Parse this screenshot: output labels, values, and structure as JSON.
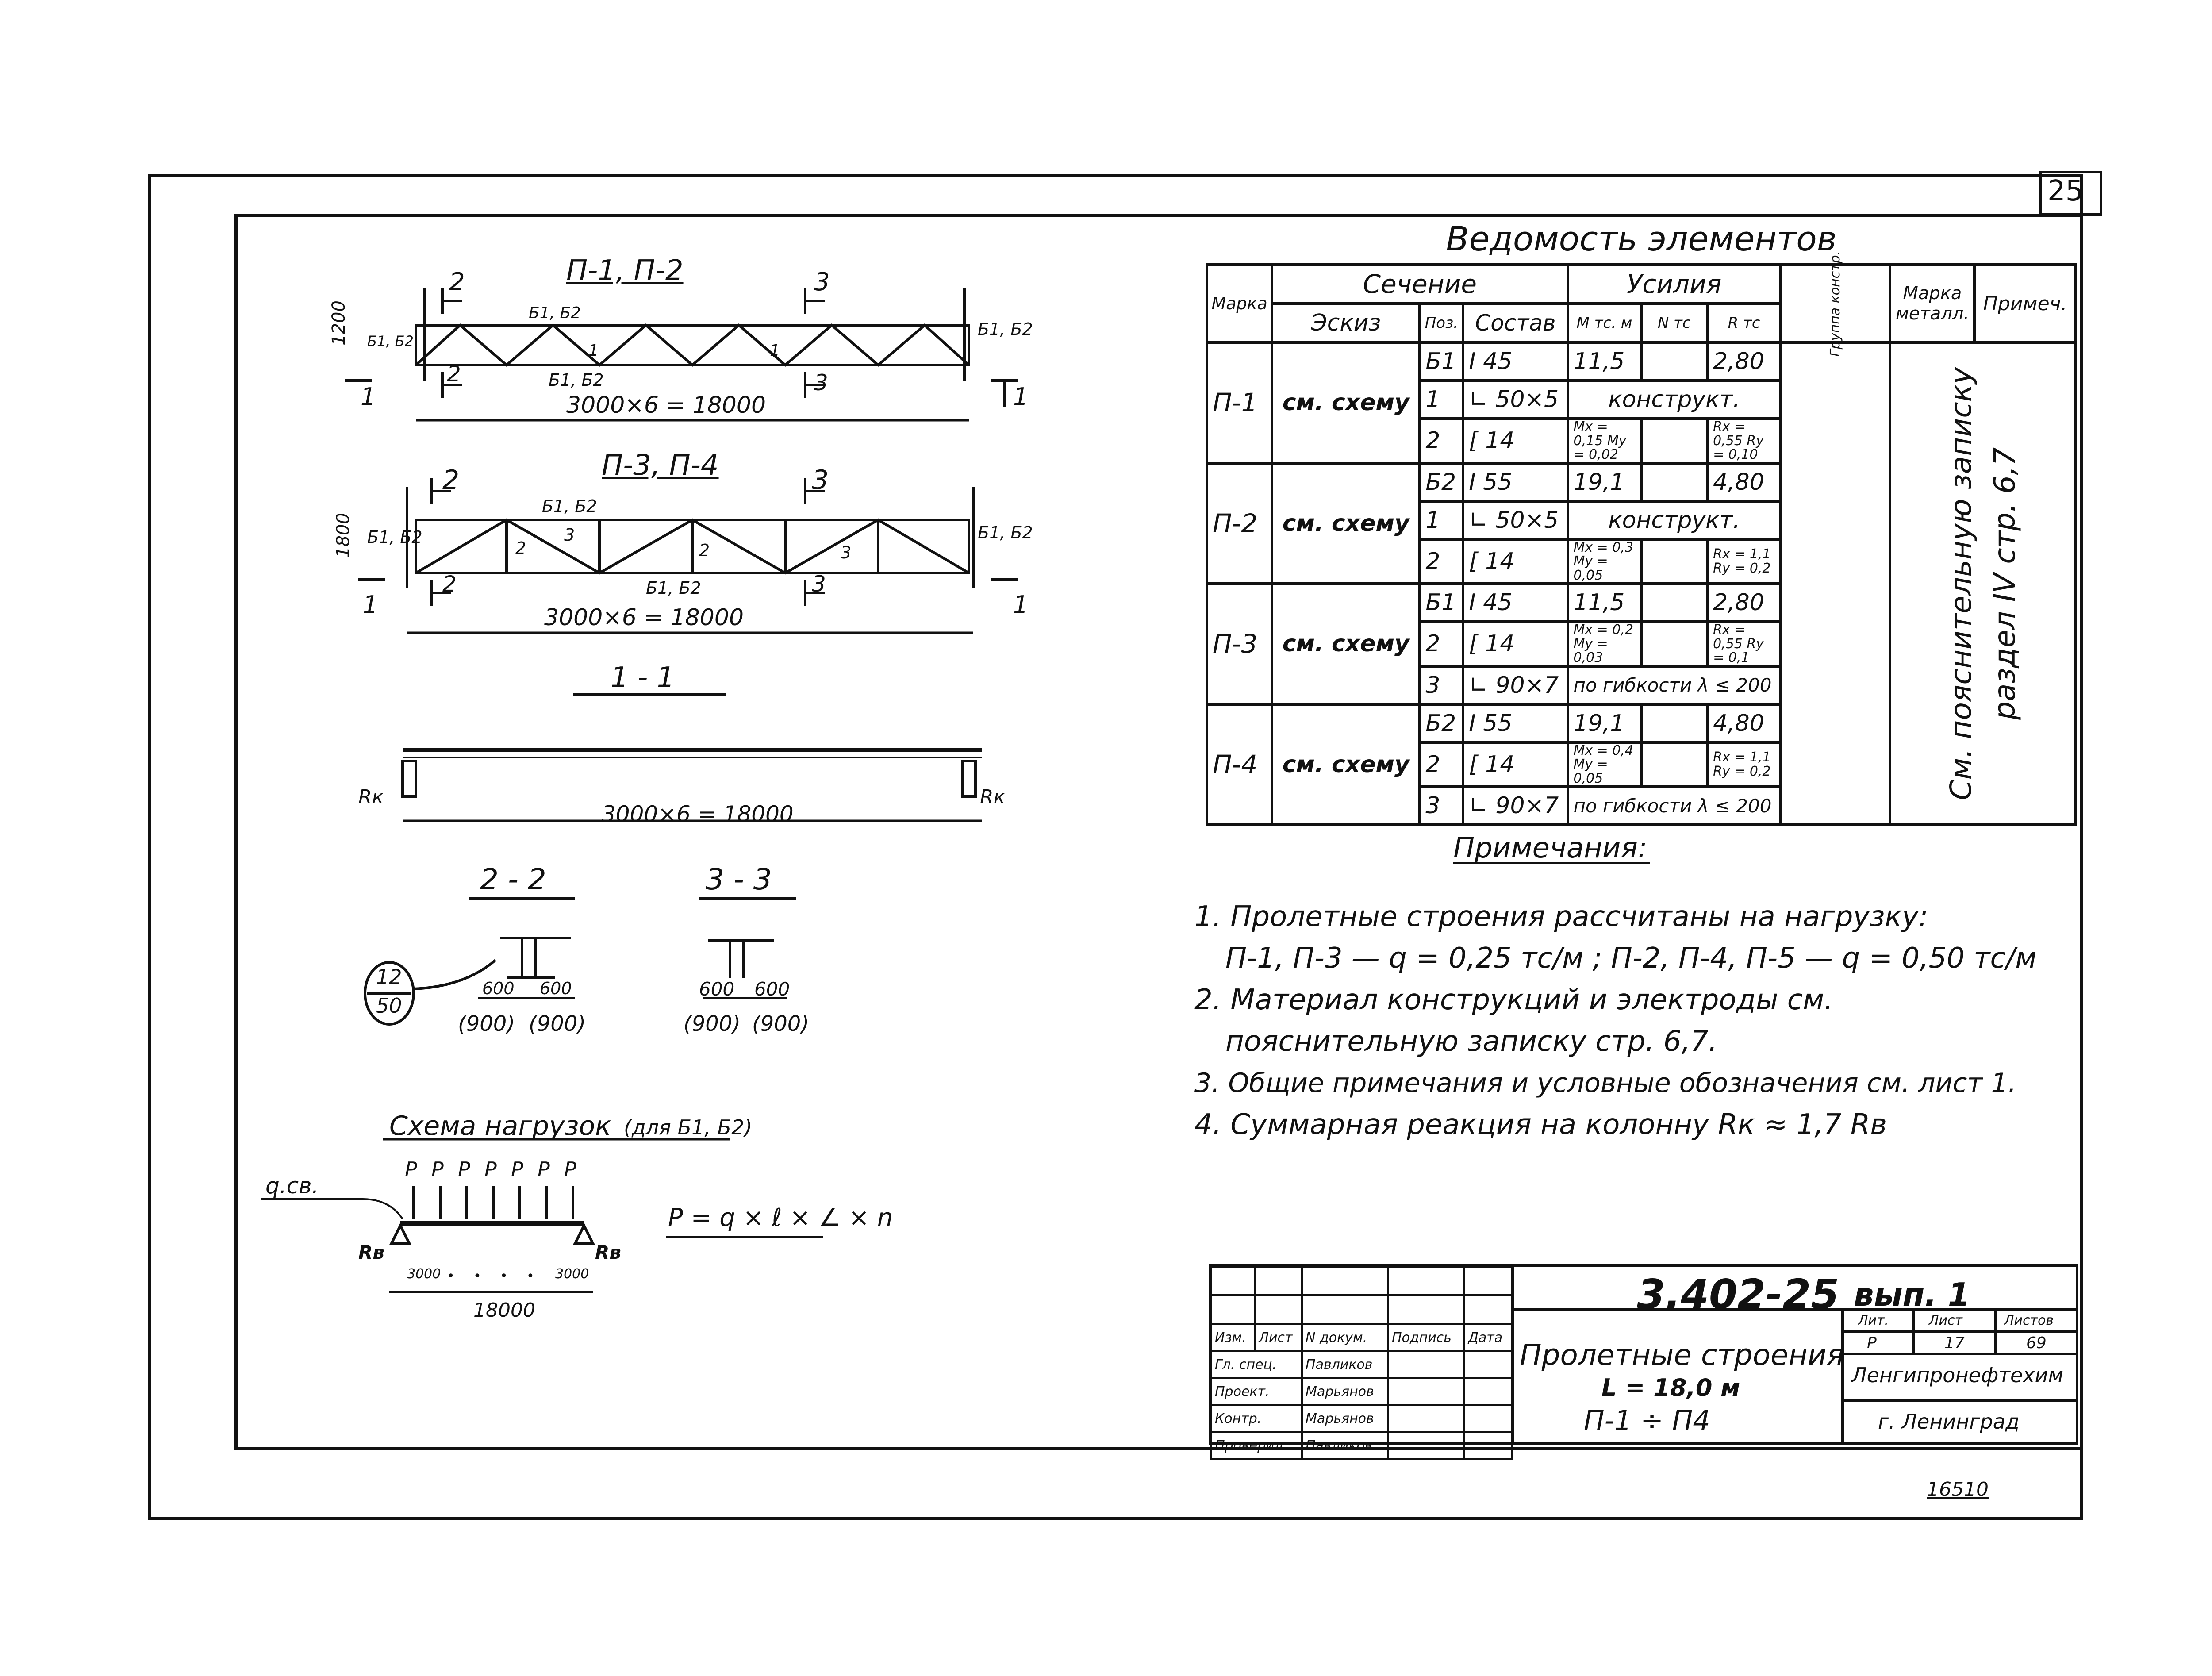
{
  "page_number": "25",
  "bottom_number": "16510",
  "drawings": {
    "truss1": {
      "title": "П-1, П-2",
      "height": "1200",
      "dim": "3000×6 = 18000",
      "section_a": "2",
      "section_b": "3",
      "section_mark": "1",
      "marks_top": "Б1, Б2",
      "marks_bottom": "Б1, Б2",
      "member": "1"
    },
    "truss2": {
      "title": "П-3, П-4",
      "height": "1800",
      "dim": "3000×6 = 18000",
      "section_a": "2",
      "section_b": "3",
      "section_mark": "1",
      "marks_top": "Б1, Б2",
      "marks_bottom": "Б1, Б2",
      "member_a": "2",
      "member_b": "3"
    },
    "section_1_1": {
      "title": "1 - 1",
      "dim": "3000×6 = 18000",
      "reaction": "Rк"
    },
    "section_2_2": {
      "title": "2 - 2",
      "callout_top": "12",
      "callout_bottom": "50",
      "dims": [
        "600",
        "600"
      ],
      "dims_alt": [
        "(900)",
        "(900)"
      ]
    },
    "section_3_3": {
      "title": "3 - 3",
      "dims": [
        "600",
        "600"
      ],
      "dims_alt": [
        "(900)",
        "(900)"
      ]
    },
    "load_scheme": {
      "title": "Схема нагрузок",
      "subtitle": "(для Б1, Б2)",
      "load_label": "q.св.",
      "p_label": "P",
      "reaction": "Rв",
      "formula": "P = q × ℓ × ∠ × n",
      "span": "18000",
      "end_dim": "3000",
      "dot": "•"
    }
  },
  "table": {
    "title": "Ведомость элементов",
    "headers": {
      "marka": "Марка",
      "section": "Сечение",
      "sketch": "Эскиз",
      "pos": "Поз.",
      "composition": "Состав",
      "forces": "Усилия",
      "m": "M тс. м",
      "n": "N тс",
      "r": "R тс",
      "group": "Группа констр.",
      "metal": "Марка металл.",
      "note": "Примеч."
    },
    "rows": [
      {
        "mark": "П-1",
        "sketch": "см. схему",
        "lines": [
          {
            "pos": "Б1",
            "comp": "I 45",
            "m": "11,5",
            "n": "",
            "r": "2,80"
          },
          {
            "pos": "1",
            "comp": "∟ 50×5",
            "span": "конструкт."
          },
          {
            "pos": "2",
            "comp": "[ 14",
            "m": "Mx = 0,15 My = 0,02",
            "n": "",
            "r": "Rx = 0,55 Ry = 0,10"
          }
        ]
      },
      {
        "mark": "П-2",
        "sketch": "см. схему",
        "lines": [
          {
            "pos": "Б2",
            "comp": "I 55",
            "m": "19,1",
            "n": "",
            "r": "4,80"
          },
          {
            "pos": "1",
            "comp": "∟ 50×5",
            "span": "конструкт."
          },
          {
            "pos": "2",
            "comp": "[ 14",
            "m": "Mx = 0,3 My = 0,05",
            "n": "",
            "r": "Rx = 1,1 Ry = 0,2"
          }
        ]
      },
      {
        "mark": "П-3",
        "sketch": "см. схему",
        "lines": [
          {
            "pos": "Б1",
            "comp": "I 45",
            "m": "11,5",
            "n": "",
            "r": "2,80"
          },
          {
            "pos": "2",
            "comp": "[ 14",
            "m": "Mx = 0,2 My = 0,03",
            "n": "",
            "r": "Rx = 0,55 Ry = 0,1"
          },
          {
            "pos": "3",
            "comp": "∟ 90×7",
            "span": "по гибкости λ ≤ 200"
          }
        ]
      },
      {
        "mark": "П-4",
        "sketch": "см. схему",
        "lines": [
          {
            "pos": "Б2",
            "comp": "I 55",
            "m": "19,1",
            "n": "",
            "r": "4,80"
          },
          {
            "pos": "2",
            "comp": "[ 14",
            "m": "Mx = 0,4 My = 0,05",
            "n": "",
            "r": "Rx = 1,1 Ry = 0,2"
          },
          {
            "pos": "3",
            "comp": "∟ 90×7",
            "span": "по гибкости λ ≤ 200"
          }
        ]
      }
    ],
    "metal_note_line1": "См. пояснительную записку",
    "metal_note_line2": "раздел IV стр. 6,7"
  },
  "notes": {
    "title": "Примечания:",
    "items": [
      "1. Пролетные строения рассчитаны на нагрузку:",
      "П-1, П-3 — q = 0,25 тс/м ; П-2, П-4, П-5 — q = 0,50 тс/м",
      "2. Материал конструкций и электроды см.",
      "пояснительную записку стр. 6,7.",
      "3. Общие примечания и условные обозначения см. лист 1.",
      "4. Суммарная реакция на колонну Rк ≈ 1,7 Rв"
    ]
  },
  "title_block": {
    "code": "3.402-25",
    "issue": "вып. 1",
    "name1": "Пролетные строения",
    "name2": "L = 18,0 м",
    "name3": "П-1 ÷ П4",
    "header": [
      "Изм.",
      "Лист",
      "N докум.",
      "Подпись",
      "Дата"
    ],
    "people": [
      {
        "role": "Гл. спец.",
        "name": "Павликов"
      },
      {
        "role": "Проект.",
        "name": "Марьянов"
      },
      {
        "role": "Контр.",
        "name": "Марьянов"
      },
      {
        "role": "Проверил",
        "name": "Павликов"
      }
    ],
    "lit_label": "Лит.",
    "sheet_label": "Лист",
    "sheets_label": "Листов",
    "lit": "Р",
    "sheet": "17",
    "sheets": "69",
    "org1": "Ленгипронефтехим",
    "org2": "г. Ленинград"
  }
}
